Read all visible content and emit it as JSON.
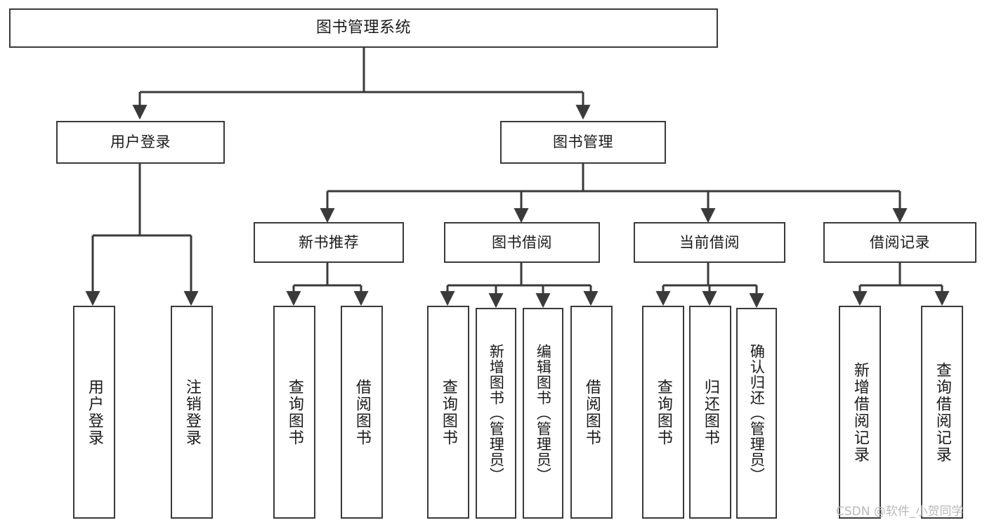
{
  "diagram": {
    "type": "tree-hierarchy-chart",
    "title": "图书管理系统",
    "colors": {
      "box_border": "#3a3a3a",
      "box_fill": "#ffffff",
      "connector": "#3a3a3a",
      "text": "#1a1a1a",
      "watermark": "#b9b9b9",
      "background": "#ffffff"
    },
    "root": {
      "label": "图书管理系统"
    },
    "level1": [
      {
        "label": "用户登录"
      },
      {
        "label": "图书管理"
      }
    ],
    "level2": [
      {
        "label": "新书推荐"
      },
      {
        "label": "图书借阅"
      },
      {
        "label": "当前借阅"
      },
      {
        "label": "借阅记录"
      }
    ],
    "leaves": {
      "user_login": [
        {
          "label": "用户登录"
        },
        {
          "label": "注销登录"
        }
      ],
      "new_book_recommend": [
        {
          "label": "查询图书"
        },
        {
          "label": "借阅图书"
        }
      ],
      "book_borrow": [
        {
          "label": "查询图书"
        },
        {
          "label": "新增图书（管理员）"
        },
        {
          "label": "编辑图书（管理员）"
        },
        {
          "label": "借阅图书"
        }
      ],
      "current_borrow": [
        {
          "label": "查询图书"
        },
        {
          "label": "归还图书"
        },
        {
          "label": "确认归还（管理员）"
        }
      ],
      "borrow_record": [
        {
          "label": "新增借阅记录"
        },
        {
          "label": "查询借阅记录"
        }
      ]
    }
  },
  "watermark": {
    "text": "CSDN @软件_小贺同学"
  }
}
